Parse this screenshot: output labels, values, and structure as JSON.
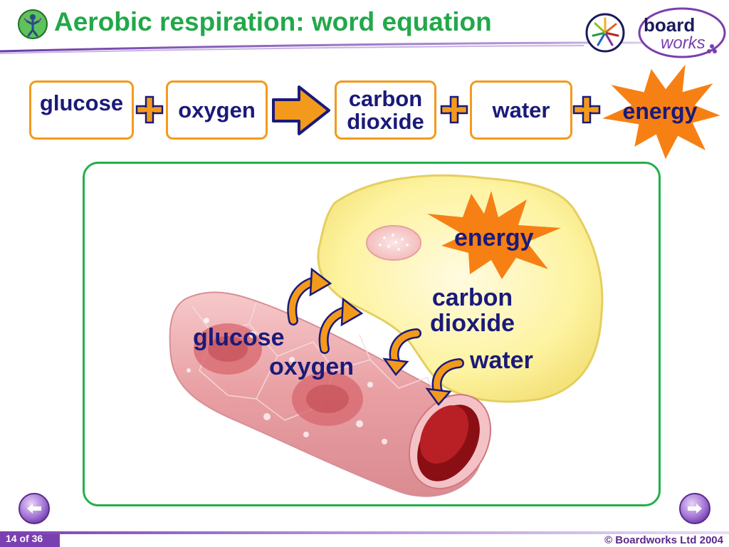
{
  "header": {
    "title": "Aerobic respiration: word equation"
  },
  "logo": {
    "line1": "board",
    "line2": "works"
  },
  "equation": {
    "glucose": "glucose",
    "oxygen": "oxygen",
    "carbon_dioxide_line1": "carbon",
    "carbon_dioxide_line2": "dioxide",
    "water": "water",
    "energy": "energy"
  },
  "diagram": {
    "energy": "energy",
    "carbon_dioxide_line1": "carbon",
    "carbon_dioxide_line2": "dioxide",
    "glucose": "glucose",
    "oxygen": "oxygen",
    "water": "water"
  },
  "footer": {
    "slide_counter": "14 of 36",
    "copyright": "© Boardworks Ltd 2004"
  },
  "colors": {
    "title_green": "#22a84a",
    "label_navy": "#1a1a7a",
    "box_orange": "#f39a1c",
    "panel_green": "#22b04a",
    "footer_purple": "#7a3fb0"
  },
  "icons": {
    "title": "tree-person-icon",
    "prev": "prev-arrow-icon",
    "next": "next-arrow-icon"
  }
}
